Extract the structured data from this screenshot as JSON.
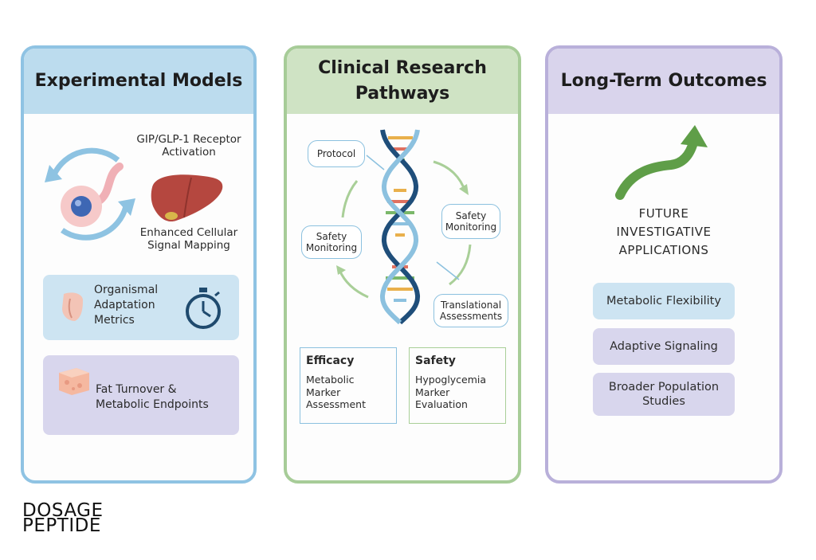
{
  "panels": {
    "experimental": {
      "title": "Experimental Models",
      "receptor_label": "GIP/GLP-1 Receptor Activation",
      "cellular_label": "Enhanced Cellular Signal Mapping",
      "card1": "Organismal Adaptation Metrics",
      "card2": "Fat Turnover & Metabolic Endpoints"
    },
    "clinical": {
      "title": "Clinical Research Pathways",
      "bubbles": {
        "protocol": "Protocol",
        "safety_right": "Safety Monitoring",
        "safety_left": "Safety Monitoring",
        "translational": "Translational Assessments"
      },
      "efficacy": {
        "title": "Efficacy",
        "text": "Metabolic Marker Assessment"
      },
      "safety": {
        "title": "Safety",
        "text": "Hypoglycemia Marker Evaluation"
      }
    },
    "outcomes": {
      "title": "Long-Term Outcomes",
      "future": "FUTURE INVESTIGATIVE APPLICATIONS",
      "items": [
        "Metabolic Flexibility",
        "Adaptive Signaling",
        "Broader Population Studies"
      ]
    }
  },
  "logo": {
    "line1": "DOSAGE",
    "line2": "PEPTIDE"
  },
  "colors": {
    "blue_accent": "#8fc3e3",
    "green_accent": "#a7cc98",
    "purple_accent": "#b9b0da",
    "dna_dark": "#1f4e7a",
    "arrow_green": "#6aa84f"
  }
}
